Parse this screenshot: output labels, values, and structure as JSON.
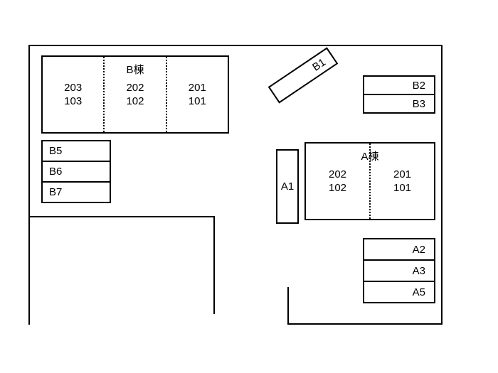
{
  "colors": {
    "line": "#000000",
    "background": "#ffffff"
  },
  "site": {
    "building_b": {
      "title": "B棟",
      "cells": [
        {
          "upper": "203",
          "lower": "103"
        },
        {
          "upper": "202",
          "lower": "102"
        },
        {
          "upper": "201",
          "lower": "101"
        }
      ]
    },
    "building_a": {
      "title": "A棟",
      "cells": [
        {
          "upper": "202",
          "lower": "102"
        },
        {
          "upper": "201",
          "lower": "101"
        }
      ]
    },
    "spots": {
      "b1": "B1",
      "b_stack_left": [
        "B5",
        "B6",
        "B7"
      ],
      "b_stack_right": [
        "B2",
        "B3"
      ],
      "a1": "A1",
      "a_stack_right": [
        "A2",
        "A3",
        "A5"
      ]
    }
  }
}
